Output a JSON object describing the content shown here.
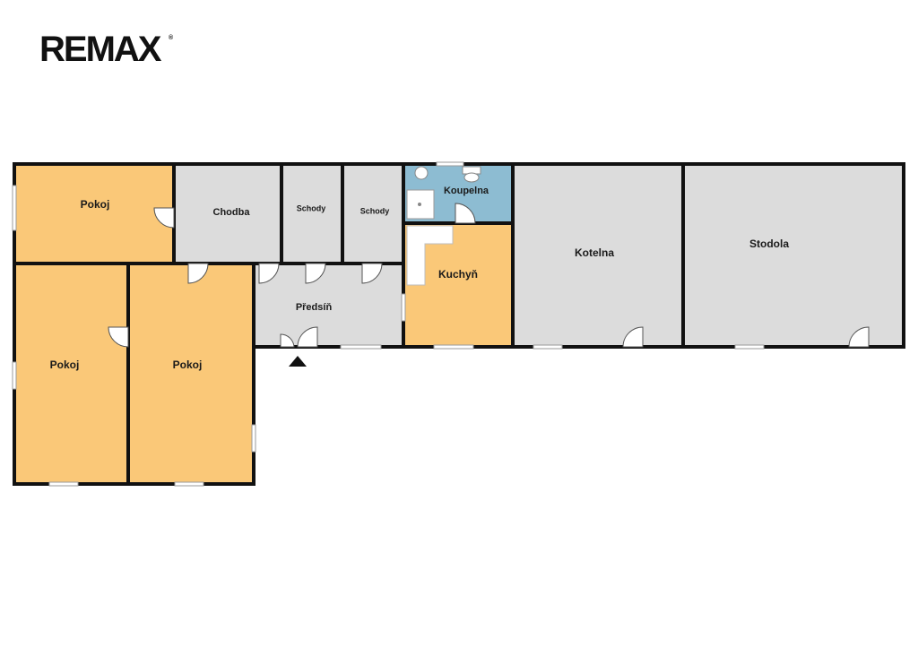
{
  "logo": {
    "text": "REMAX",
    "registered_mark": "®"
  },
  "rooms": {
    "pokoj_top": "Pokoj",
    "pokoj_left": "Pokoj",
    "pokoj_middle": "Pokoj",
    "chodba": "Chodba",
    "schody_1": "Schody",
    "schody_2": "Schody",
    "koupelna": "Koupelna",
    "kuchyn": "Kuchyň",
    "predsin": "Předsíň",
    "kotelna": "Kotelna",
    "stodola": "Stodola"
  },
  "colors": {
    "living": "#FAC878",
    "utility": "#DCDCDC",
    "bathroom": "#8DBCD2",
    "wall": "#111111"
  },
  "icons": [
    "entrance-arrow-icon",
    "toilet-icon",
    "sink-icon",
    "shower-icon",
    "door-icon",
    "window-icon"
  ]
}
